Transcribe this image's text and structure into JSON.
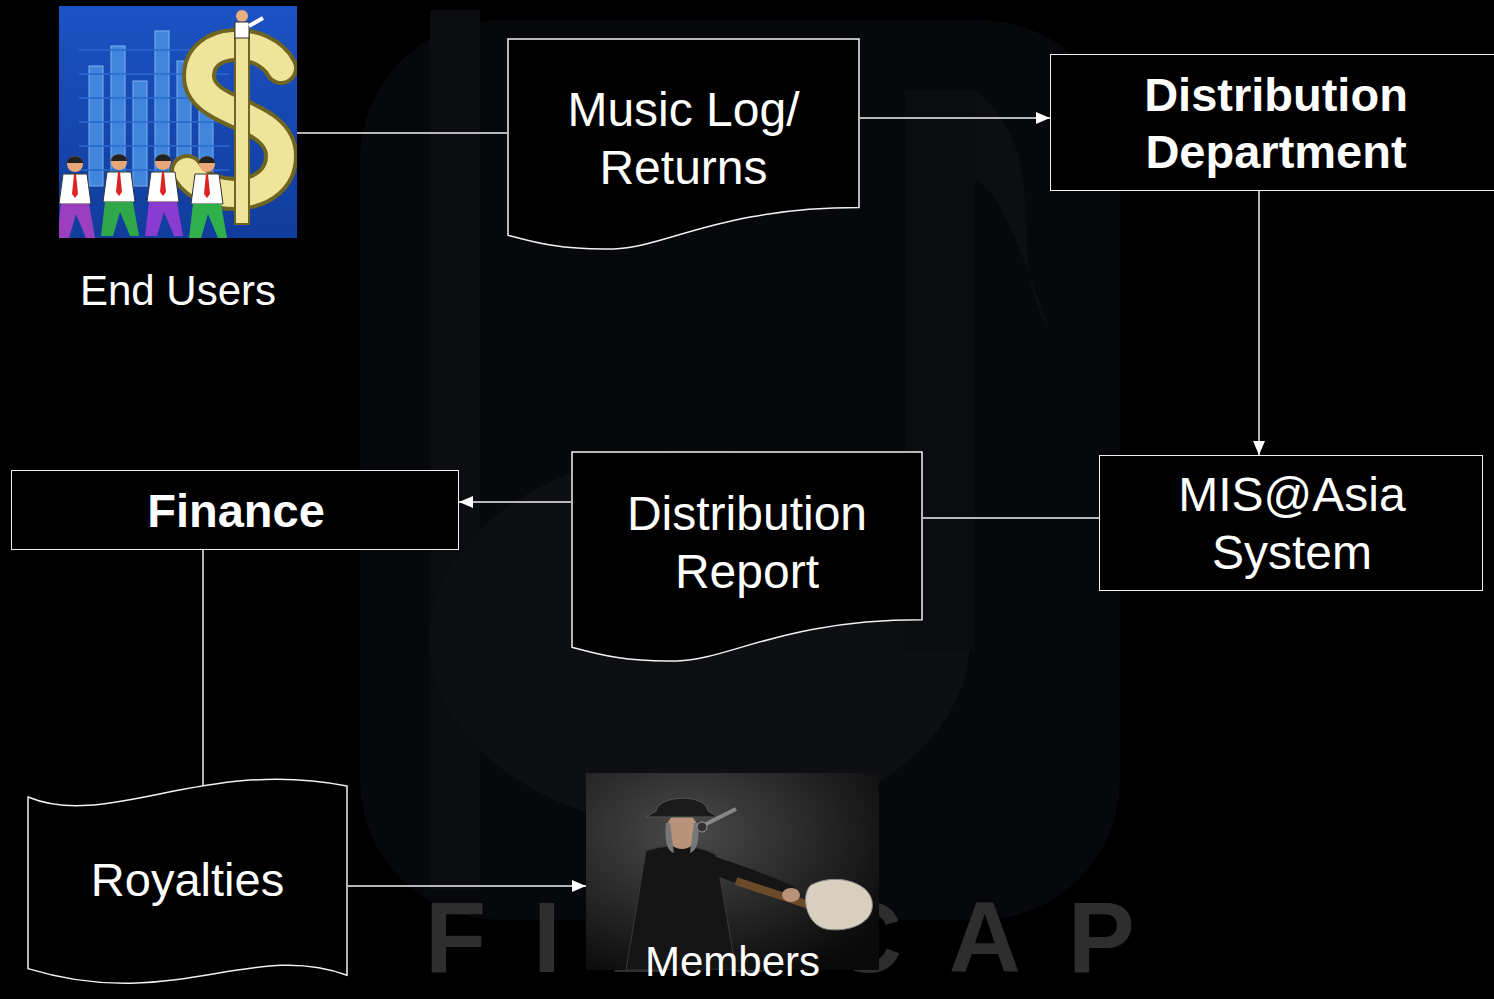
{
  "diagram": {
    "nodes": [
      {
        "text": [
          "End Users"
        ]
      },
      {
        "text": [
          "Music Log/ Returns"
        ]
      },
      {
        "text": [
          "Distribution Department"
        ]
      },
      {
        "text": [
          "MIS@Asia System"
        ]
      },
      {
        "text": [
          "Distribution Report"
        ]
      },
      {
        "text": [
          "Finance"
        ]
      },
      {
        "text": [
          "Royalties"
        ]
      },
      {
        "text": [
          "Members"
        ]
      }
    ],
    "edges": [
      {
        "from": 0,
        "to": 1,
        "arrow": "none"
      },
      {
        "from": 1,
        "to": 2,
        "arrow": "to"
      },
      {
        "from": 2,
        "to": 3,
        "arrow": "to"
      },
      {
        "from": 3,
        "to": 4,
        "arrow": "none"
      },
      {
        "from": 4,
        "to": 5,
        "arrow": "to"
      },
      {
        "from": 5,
        "to": 6,
        "arrow": "none"
      },
      {
        "from": 6,
        "to": 7,
        "arrow": "to"
      }
    ],
    "labels": [
      "FILSCAP"
    ]
  }
}
